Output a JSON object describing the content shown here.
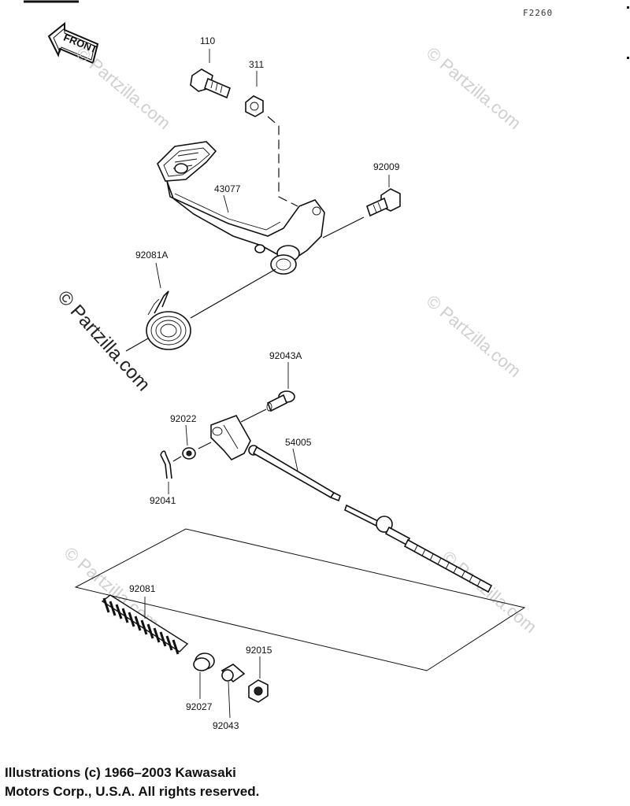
{
  "ref_code": "F2260",
  "front_badge": "FRONT",
  "parts": {
    "p110": "110",
    "p311": "311",
    "p92009": "92009",
    "p43077": "43077",
    "p92081A": "92081A",
    "p92043A": "92043A",
    "p92022": "92022",
    "p54005": "54005",
    "p92041": "92041",
    "p92081": "92081",
    "p92015": "92015",
    "p92027": "92027",
    "p92043": "92043"
  },
  "watermarks": {
    "main": "© Partzilla.com",
    "faint": "© Partzilla.com"
  },
  "copyright": {
    "line1": "Illustrations (c) 1966–2003 Kawasaki",
    "line2": "Motors Corp., U.S.A.  All rights reserved."
  }
}
